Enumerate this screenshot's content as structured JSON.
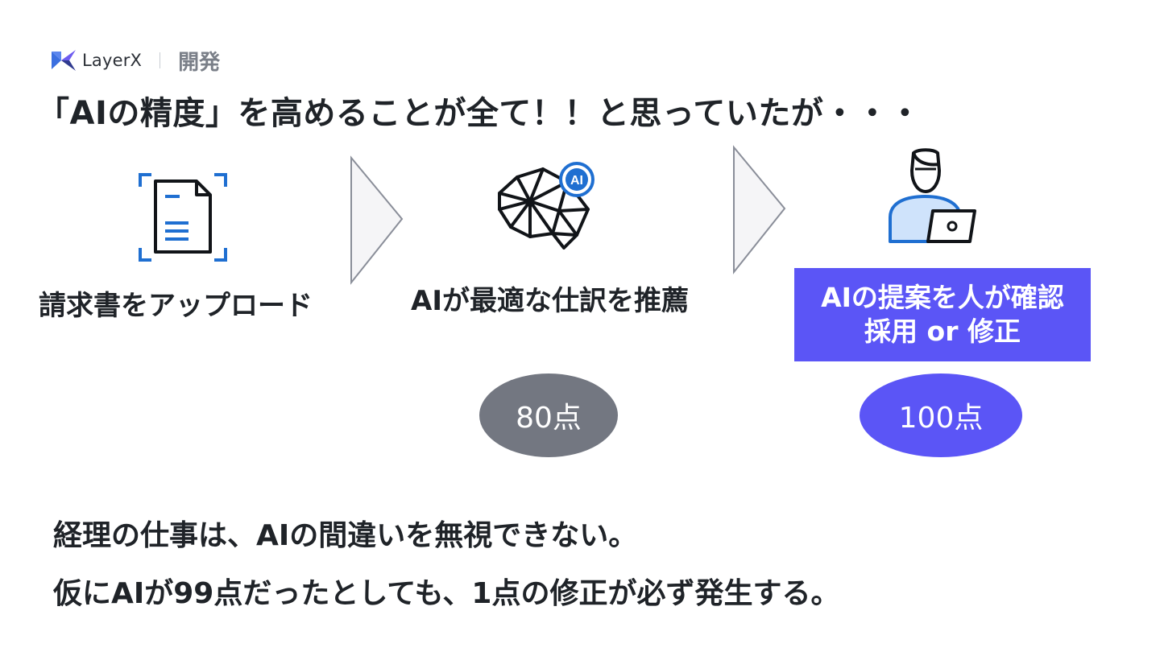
{
  "header": {
    "brand_name": "LayerX",
    "department": "開発",
    "title": "「AIの精度」を高めることが全て！！と思っていたが・・・"
  },
  "steps": [
    {
      "icon": "document-upload-icon",
      "label": "請求書をアップロード"
    },
    {
      "icon": "ai-brain-icon",
      "badge": "AI",
      "label": "AIが最適な仕訳を推薦"
    },
    {
      "icon": "person-laptop-icon",
      "label_line1": "AIの提案を人が確認",
      "label_line2": "採用 or 修正"
    }
  ],
  "scores": [
    {
      "label": "80点",
      "color": "#737781"
    },
    {
      "label": "100点",
      "color": "#5b55f6"
    }
  ],
  "conclusion": {
    "line1": "経理の仕事は、AIの間違いを無視できない。",
    "line2": "仮にAIが99点だったとしても、1点の修正が必ず発生する。"
  },
  "colors": {
    "accent": "#5b55f6",
    "icon_blue": "#1f6fd1",
    "neutral_ellipse": "#737781"
  }
}
